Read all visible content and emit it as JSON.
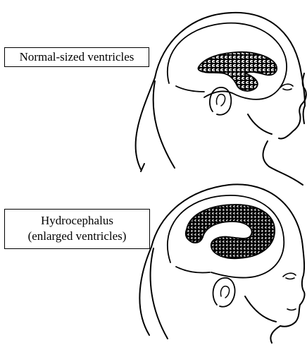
{
  "labels": {
    "normal": "Normal-sized ventricles",
    "hydro_line1": "Hydrocephalus",
    "hydro_line2": "(enlarged ventricles)"
  },
  "colors": {
    "ink": "#000000",
    "background": "#ffffff",
    "stipple": "#000000"
  }
}
